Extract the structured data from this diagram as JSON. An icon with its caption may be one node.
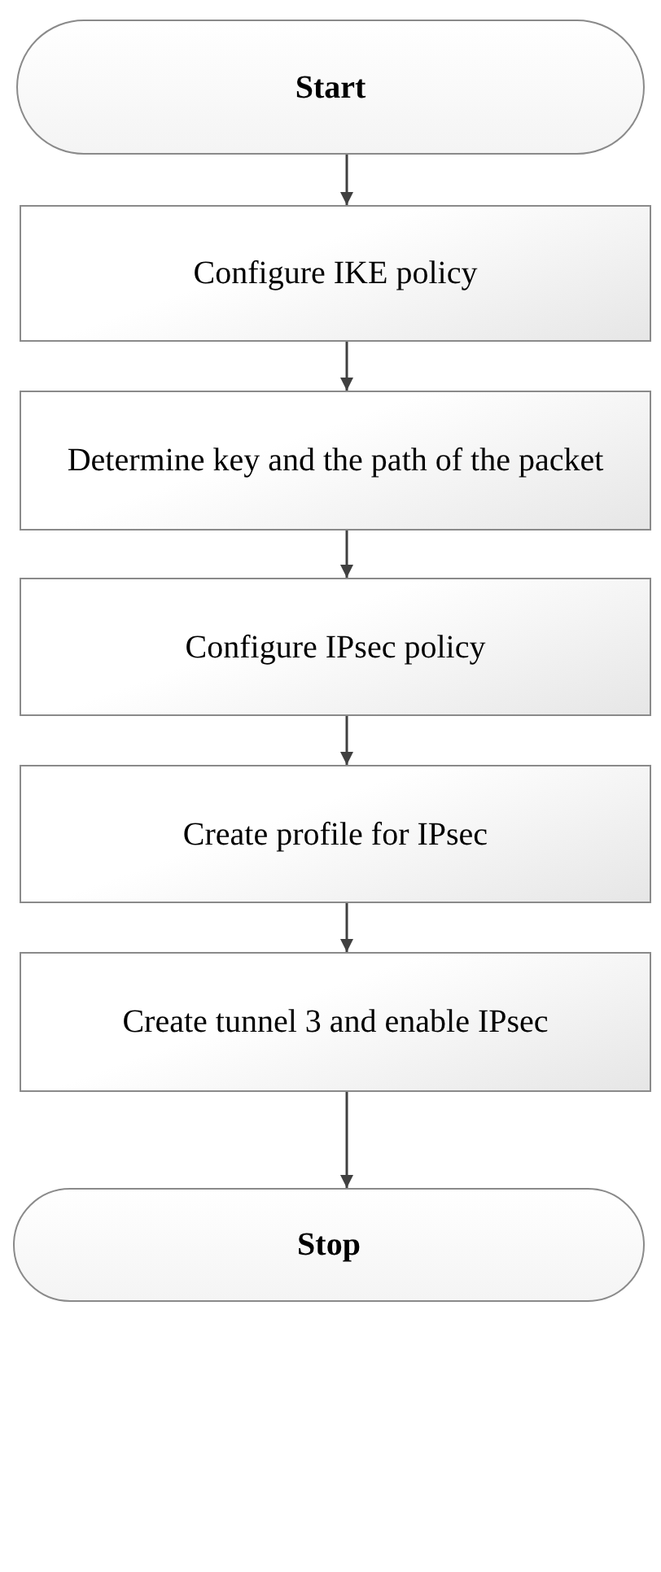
{
  "diagram": {
    "nodes": [
      {
        "text": [
          "Start"
        ]
      },
      {
        "text": [
          "Configure IKE policy"
        ]
      },
      {
        "text": [
          "Determine key and the path of the packet"
        ]
      },
      {
        "text": [
          "Configure IPsec policy"
        ]
      },
      {
        "text": [
          "Create profile for IPsec"
        ]
      },
      {
        "text": [
          "Create tunnel 3 and enable IPsec"
        ]
      },
      {
        "text": [
          "Stop"
        ]
      }
    ],
    "edges": [
      {
        "from": 0,
        "to": 1,
        "arrow": "to"
      },
      {
        "from": 1,
        "to": 2,
        "arrow": "to"
      },
      {
        "from": 2,
        "to": 3,
        "arrow": "to"
      },
      {
        "from": 3,
        "to": 4,
        "arrow": "to"
      },
      {
        "from": 4,
        "to": 5,
        "arrow": "to"
      },
      {
        "from": 5,
        "to": 6,
        "arrow": "to"
      }
    ]
  }
}
